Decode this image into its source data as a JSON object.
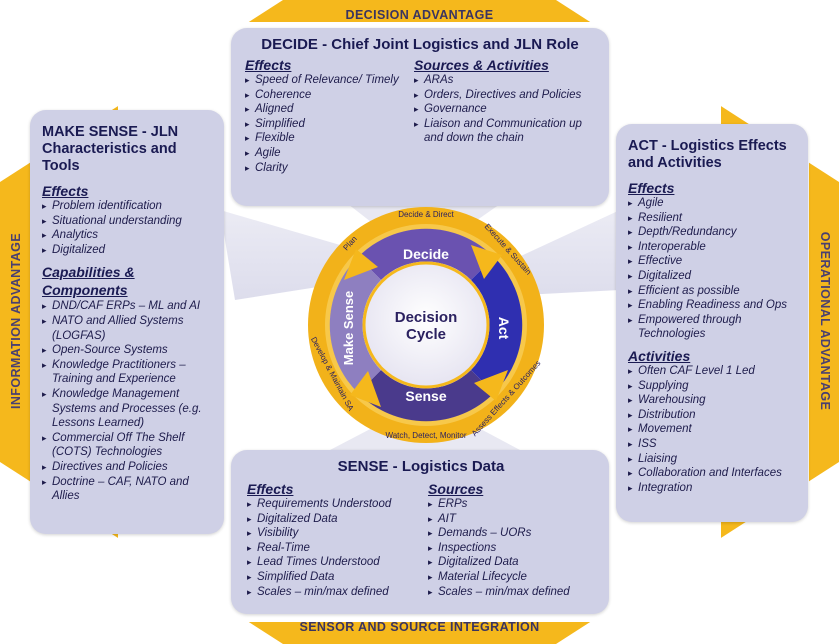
{
  "banners": {
    "top": "DECISION ADVANTAGE",
    "bottom": "SENSOR AND SOURCE INTEGRATION",
    "left": "INFORMATION ADVANTAGE",
    "right": "OPERATIONAL ADVANTAGE"
  },
  "decide": {
    "title": "DECIDE - Chief Joint Logistics and JLN Role",
    "effects_heading": "Effects",
    "effects": [
      "Speed of Relevance/ Timely",
      "Coherence",
      "Aligned",
      "Simplified",
      "Flexible",
      "Agile",
      "Clarity"
    ],
    "sources_heading": "Sources & Activities",
    "sources": [
      "ARAs",
      "Orders, Directives and Policies",
      "Governance",
      "Liaison and Communication up and down the chain"
    ]
  },
  "make_sense": {
    "title": "MAKE SENSE - JLN Characteristics and Tools",
    "effects_heading": "Effects",
    "effects": [
      "Problem identification",
      "Situational understanding",
      "Analytics",
      "Digitalized"
    ],
    "capabilities_heading": "Capabilities & Components",
    "capabilities": [
      "DND/CAF ERPs – ML and AI",
      "NATO and Allied Systems (LOGFAS)",
      "Open-Source Systems",
      "Knowledge Practitioners – Training and Experience",
      "Knowledge Management Systems and Processes (e.g. Lessons Learned)",
      "Commercial Off The Shelf (COTS) Technologies",
      "Directives and Policies",
      "Doctrine – CAF, NATO and Allies"
    ]
  },
  "act": {
    "title": "ACT - Logistics Effects and Activities",
    "effects_heading": "Effects",
    "effects": [
      "Agile",
      "Resilient",
      "Depth/Redundancy",
      "Interoperable",
      "Effective",
      "Digitalized",
      "Efficient as possible",
      "Enabling Readiness and Ops",
      "Empowered through Technologies"
    ],
    "activities_heading": "Activities",
    "activities": [
      "Often CAF Level 1 Led",
      "Supplying",
      "Warehousing",
      "Distribution",
      "Movement",
      "ISS",
      "Liaising",
      "Collaboration and Interfaces",
      "Integration"
    ]
  },
  "sense": {
    "title": "SENSE - Logistics Data",
    "effects_heading": "Effects",
    "effects": [
      "Requirements Understood",
      "Digitalized Data",
      "Visibility",
      "Real-Time",
      "Lead Times Understood",
      "Simplified Data",
      "Scales – min/max defined"
    ],
    "sources_heading": "Sources",
    "sources": [
      "ERPs",
      "AIT",
      "Demands – UORs",
      "Inspections",
      "Digitalized Data",
      "Material Lifecycle",
      "Scales – min/max defined"
    ]
  },
  "cycle": {
    "center_line1": "Decision",
    "center_line2": "Cycle",
    "segment_decide": "Decide",
    "segment_act": "Act",
    "segment_sense": "Sense",
    "segment_make_sense": "Make Sense",
    "ring_plan": "Plan",
    "ring_decide_direct": "Decide & Direct",
    "ring_execute_sustain": "Execute & Sustain",
    "ring_assess": "Assess Effects & Outcomes",
    "ring_watch": "Watch, Detect, Monitor",
    "ring_develop": "Develop & Maintain SA"
  },
  "colors": {
    "gold": "#f5b81c",
    "box": "#cfd0e6",
    "navy": "#1a1a52",
    "purple_dark": "#4a3a8c",
    "purple_light": "#8e7fc0",
    "blue": "#2f2fb0"
  }
}
